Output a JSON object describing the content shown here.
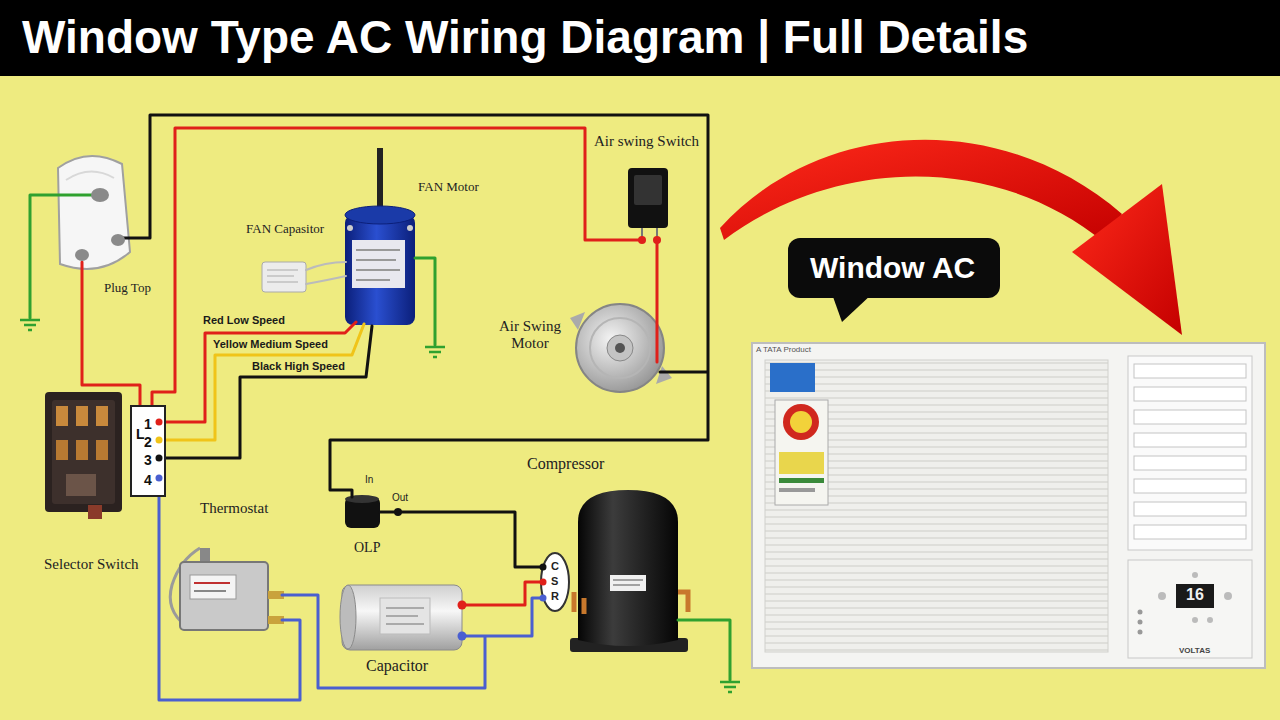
{
  "diagram": {
    "title": "Window Type AC Wiring Diagram | Full Details",
    "nodes": [
      {
        "text": [
          "Window AC"
        ]
      },
      {
        "text": [
          "L",
          "1",
          "2",
          "3",
          "4"
        ]
      }
    ],
    "labels": [
      "Plug Top",
      "FAN Motor",
      "FAN Capasitor",
      "Air swing Switch",
      "Air Swing Motor",
      "Red Low Speed",
      "Yellow Medium Speed",
      "Black High Speed",
      "Selector Switch",
      "Thermostat",
      "OLP",
      "In",
      "Out",
      "Compressor",
      "C",
      "S",
      "R",
      "Capacitor",
      "A TATA Product",
      "16",
      "VOLTAS"
    ]
  }
}
